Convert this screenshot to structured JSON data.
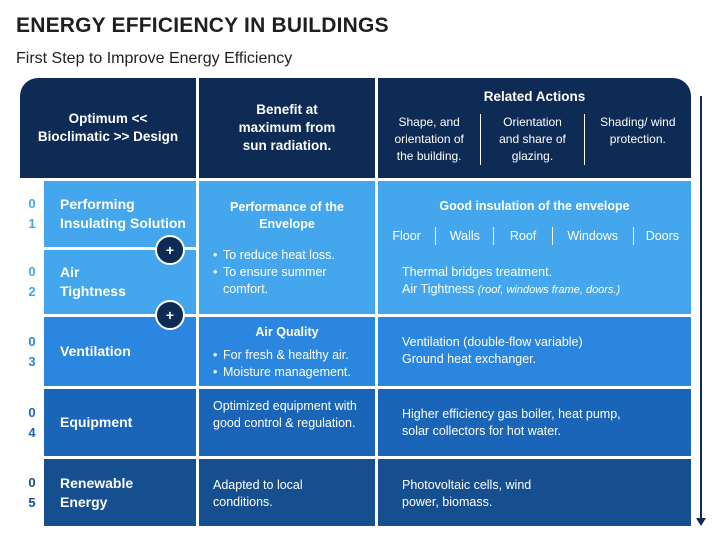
{
  "title": "ENERGY EFFICIENCY IN BUILDINGS",
  "subtitle": "First Step to Improve Energy Efficiency",
  "colors": {
    "header": "#0d2b55",
    "row1": "#44a6ec",
    "row2": "#2a86de",
    "row3": "#1a65b8",
    "row4": "#164f90"
  },
  "header": {
    "col1": "Optimum << Bioclimatic >> Design",
    "col2": "Benefit at maximum from sun radiation.",
    "col3": {
      "title": "Related Actions",
      "sub": [
        "Shape, and orientation of the building.",
        "Orientation and share of glazing.",
        "Shading/ wind protection."
      ]
    }
  },
  "rows": [
    {
      "num": [
        "0",
        "1"
      ],
      "label": "Performing Insulating Solution"
    },
    {
      "num": [
        "0",
        "2"
      ],
      "label": "Air Tightness"
    },
    {
      "num": [
        "0",
        "3"
      ],
      "label": "Ventilation"
    },
    {
      "num": [
        "0",
        "4"
      ],
      "label": "Equipment"
    },
    {
      "num": [
        "0",
        "5"
      ],
      "label": "Renewable Energy"
    }
  ],
  "plus_icon": "+",
  "envelope": {
    "benefit_title": "Performance of the Envelope",
    "benefit_items": [
      "To reduce heat loss.",
      "To ensure summer comfort."
    ],
    "actions_title": "Good insulation of the envelope",
    "chips": [
      "Floor",
      "Walls",
      "Roof",
      "Windows",
      "Doors"
    ],
    "thermal": "Thermal bridges treatment.",
    "air_tightness": "Air Tightness",
    "air_tightness_note": "(roof, windows frame, doors.)"
  },
  "ventilation": {
    "benefit_title": "Air Quality",
    "benefit_items": [
      "For fresh & healthy air.",
      "Moisture management."
    ],
    "action": "Ventilation (double-flow variable) Ground heat exchanger."
  },
  "equipment": {
    "benefit": "Optimized equipment with good control & regulation.",
    "action": "Higher efficiency gas boiler, heat pump, solar collectors for hot water."
  },
  "renewable": {
    "benefit": "Adapted to local conditions.",
    "action": "Photovoltaic cells, wind power, biomass."
  }
}
